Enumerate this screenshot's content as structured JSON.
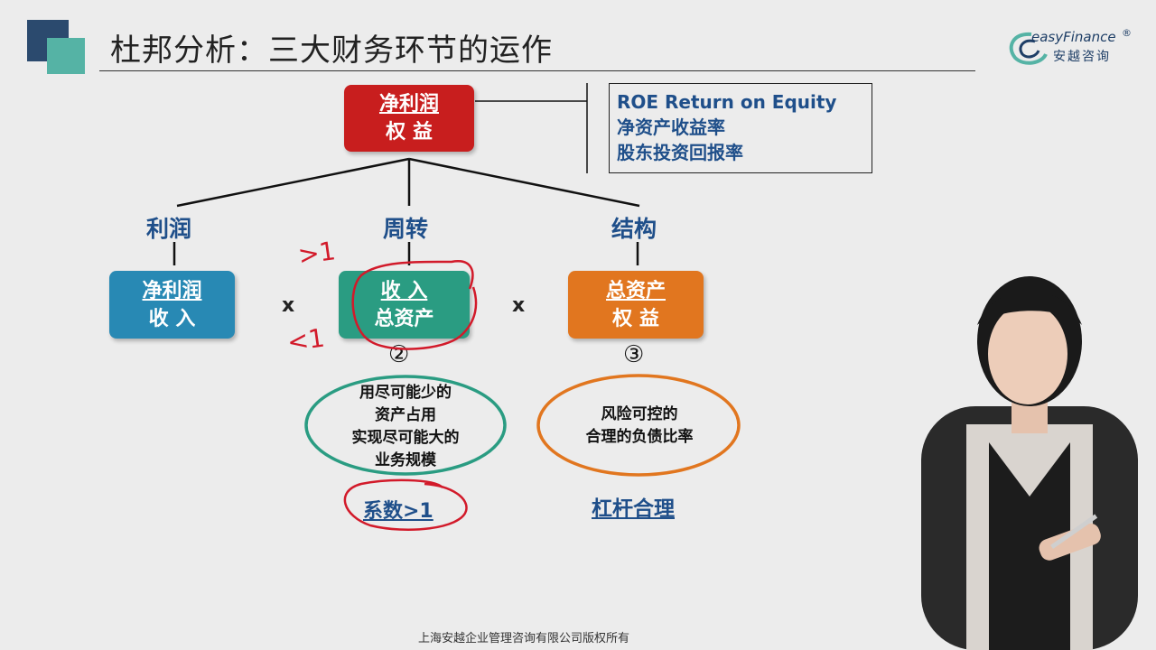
{
  "header": {
    "title": "杜邦分析：三大财务环节的运作",
    "brand_name": "easyFinance",
    "brand_reg": "®",
    "brand_cn": "安越咨询"
  },
  "roe_box": {
    "line1": "净利润",
    "line2": "权 益"
  },
  "definition": {
    "line1": "ROE Return on Equity",
    "line2": "净资产收益率",
    "line3": "股东投资回报率"
  },
  "branches": [
    {
      "label": "利润",
      "numerator": "净利润",
      "denominator": "收 入"
    },
    {
      "label": "周转",
      "numerator": "收 入",
      "denominator": "总资产",
      "index": "②",
      "note": [
        "用尽可能少的",
        "资产占用",
        "实现尽可能大的",
        "业务规模"
      ],
      "link": "系数>1"
    },
    {
      "label": "结构",
      "numerator": "总资产",
      "denominator": "权 益",
      "index": "③",
      "note": [
        "风险可控的",
        "合理的负债比率"
      ],
      "link": "杠杆合理"
    }
  ],
  "operators": [
    "x",
    "x"
  ],
  "annotations": {
    "greater": ">1",
    "less": "<1"
  },
  "footer": "上海安越企业管理咨询有限公司版权所有",
  "colors": {
    "roe": "#c81e1e",
    "profit": "#2889b4",
    "turnover": "#2a9c82",
    "structure": "#e1761f",
    "text_blue": "#1f4f8a",
    "ink_red": "#d21a2a"
  }
}
